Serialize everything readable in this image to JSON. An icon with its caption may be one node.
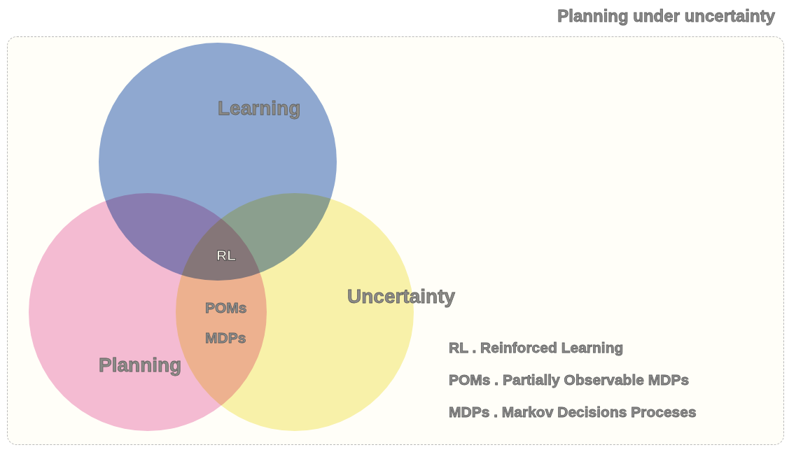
{
  "diagram": {
    "nodes": [
      {
        "text": [
          "Planning under uncertainty"
        ]
      },
      {
        "text": [
          "Learning"
        ],
        "in": 0
      },
      {
        "text": [
          "Planning"
        ],
        "in": 0
      },
      {
        "text": [
          "Uncertainty"
        ],
        "in": 0
      }
    ],
    "labels": [
      "RL",
      "POMs",
      "MDPs",
      "RL . Reinforced Learning",
      "POMs . Partially Observable MDPs",
      "MDPs . Markov Decisions Proceses"
    ]
  }
}
